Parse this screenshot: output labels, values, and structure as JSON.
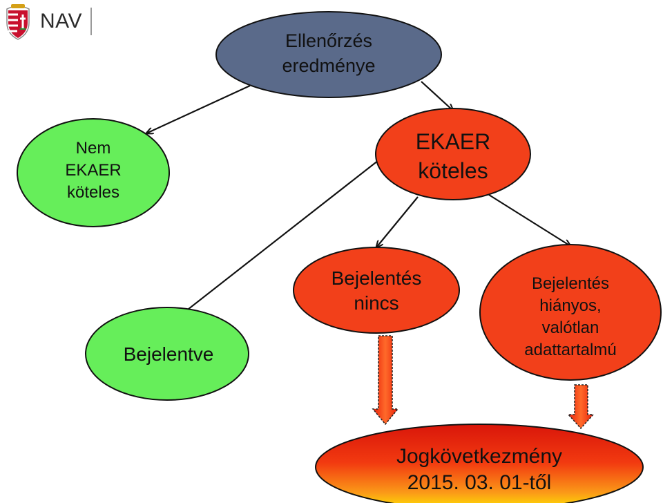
{
  "logo": {
    "text": "NAV",
    "emblem_icon": "hungarian-coat-of-arms-icon"
  },
  "colors": {
    "root_fill": "#5a6a8a",
    "red_fill": "#f2401a",
    "green_fill": "#66ee5a",
    "stroke": "#111111",
    "gradient_bottom": "#ffe600",
    "gradient_top": "#e01a0a"
  },
  "nodes": {
    "root": {
      "lines": [
        "Ellenőrzés",
        "eredménye"
      ]
    },
    "not_required": {
      "lines": [
        "Nem",
        "EKAER",
        "köteles"
      ]
    },
    "required": {
      "lines": [
        "EKAER",
        "köteles"
      ]
    },
    "reported": {
      "lines": [
        "Bejelentve"
      ]
    },
    "no_report": {
      "lines": [
        "Bejelentés",
        "nincs"
      ]
    },
    "incomplete": {
      "lines": [
        "Bejelentés",
        "hiányos,",
        "valótlan",
        "adattartalmú"
      ]
    },
    "consequence": {
      "lines": [
        "Jogkövetkezmény",
        "2015. 03. 01-től"
      ]
    }
  }
}
